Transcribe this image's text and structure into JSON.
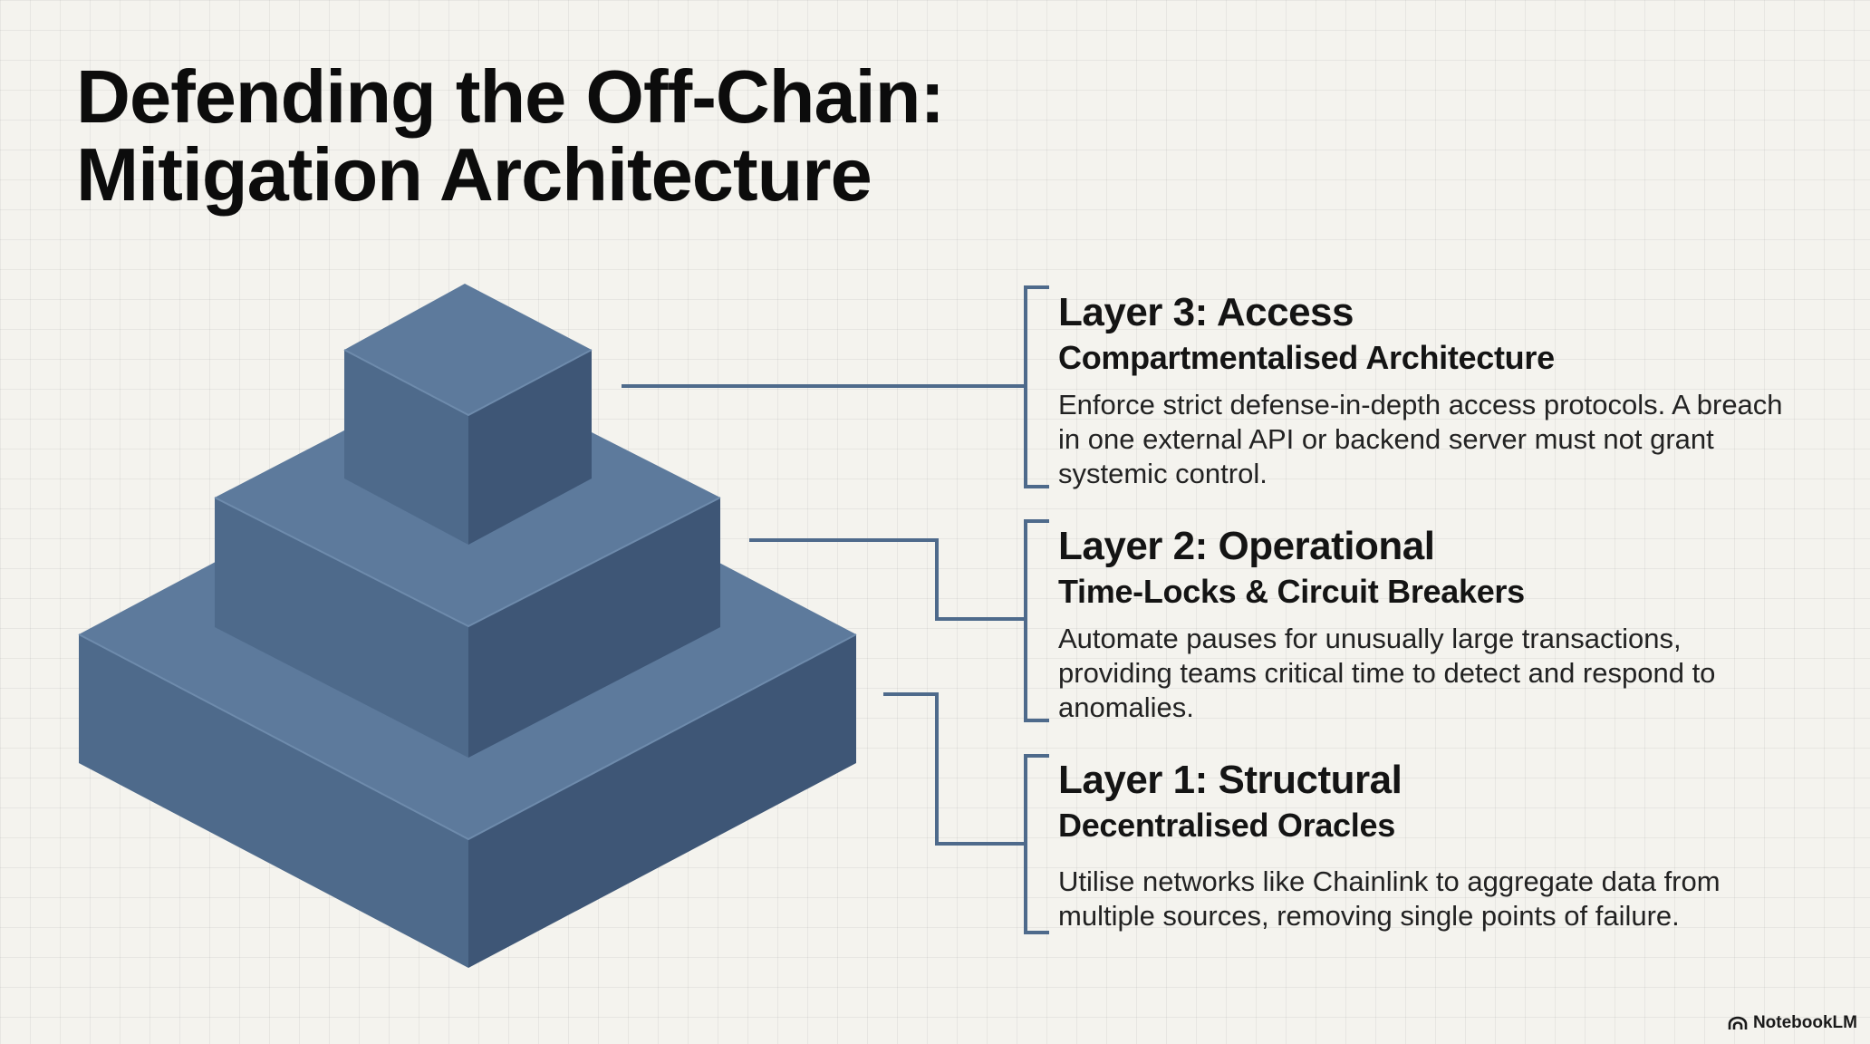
{
  "title": {
    "line1": "Defending the Off-Chain:",
    "line2": "Mitigation Architecture"
  },
  "layers": [
    {
      "title": "Layer 3: Access",
      "subtitle": "Compartmentalised Architecture",
      "description": "Enforce strict defense-in-depth access protocols. A breach in one external API or backend server must not grant systemic control."
    },
    {
      "title": "Layer 2: Operational",
      "subtitle": "Time-Locks & Circuit Breakers",
      "description": "Automate pauses for unusually large transactions, providing teams critical time to detect and respond to anomalies."
    },
    {
      "title": "Layer 1: Structural",
      "subtitle": "Decentralised Oracles",
      "description": "Utilise networks like Chainlink to aggregate data from multiple sources, removing single points of failure."
    }
  ],
  "brand": {
    "name": "NotebookLM",
    "icon": "notebooklm-logo-icon"
  },
  "colors": {
    "block_top": "#5d7a9c",
    "block_left": "#4e6a8b",
    "block_right": "#3e5676",
    "connector": "#4e6a8b"
  }
}
